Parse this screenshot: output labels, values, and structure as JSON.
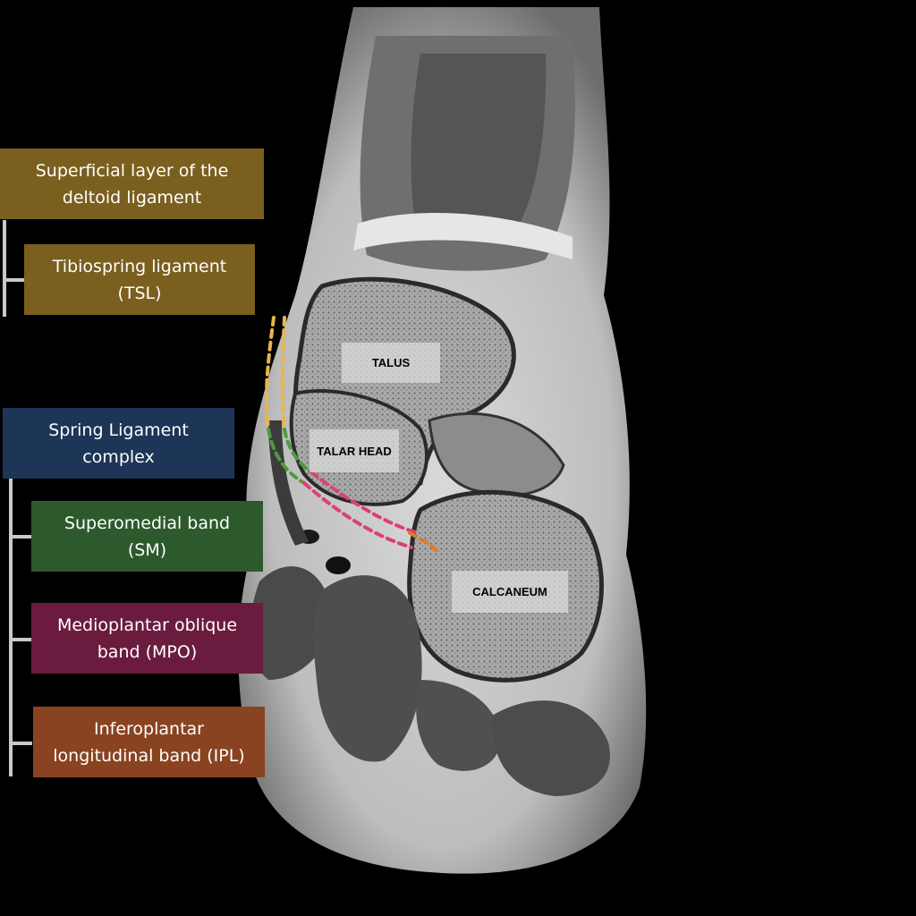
{
  "labels": {
    "superficial": {
      "line1": "Superficial layer of the",
      "line2": "deltoid ligament",
      "color": "#7a5f1e"
    },
    "tsl": {
      "line1": "Tibiospring ligament",
      "line2": "(TSL)",
      "color": "#7a5f1e"
    },
    "spring": {
      "line1": "Spring Ligament",
      "line2": "complex",
      "color": "#1d3557"
    },
    "sm": {
      "line1": "Superomedial band",
      "line2": "(SM)",
      "color": "#2d5a2c"
    },
    "mpo": {
      "line1": "Medioplantar oblique",
      "line2": "band (MPO)",
      "color": "#6b1c3e"
    },
    "ipl": {
      "line1": "Inferoplantar",
      "line2": "longitudinal band (IPL)",
      "color": "#8a4320"
    }
  },
  "bones": {
    "talus": "TALUS",
    "talar_head": "TALAR HEAD",
    "calcaneum": "CALCANEUM"
  },
  "overlay_colors": {
    "tsl_line": "#e8b64a",
    "sm_line": "#4f9a3c",
    "mpo_line": "#d9436e",
    "ipl_line": "#e07a2a"
  }
}
